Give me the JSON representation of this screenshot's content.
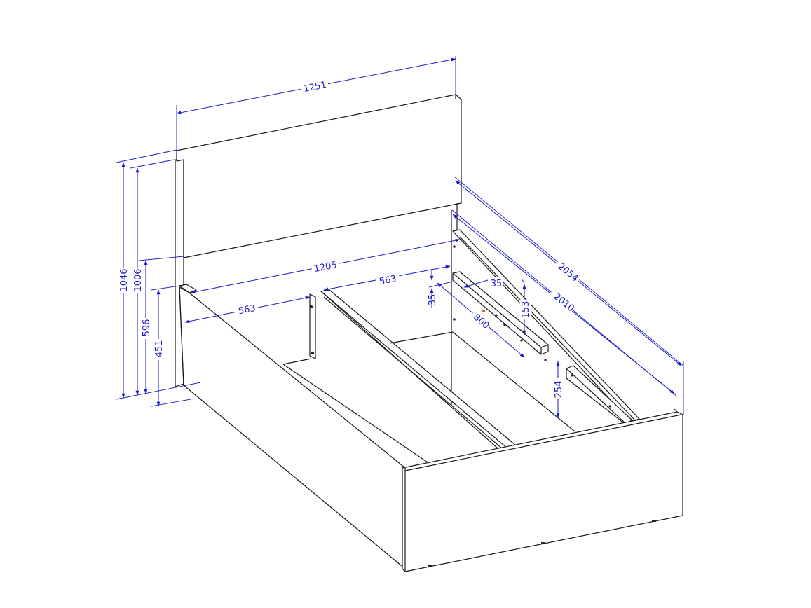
{
  "dimensions": {
    "headboard_width": "1251",
    "inner_width": "1205",
    "left_compartment_width": "563",
    "right_compartment_width": "563",
    "total_length": "2054",
    "inner_length": "2010",
    "slat_offset": "35",
    "slat_thickness": "35",
    "slat_height": "153",
    "slat_length": "800",
    "ledger_height": "254",
    "total_height": "1046",
    "headboard_height": "1006",
    "headboard_lower_height": "596",
    "frame_height": "451"
  },
  "colors": {
    "dimension": "#1a1acc",
    "edge": "#1a1a1a",
    "hole_accent": "#c86414"
  }
}
